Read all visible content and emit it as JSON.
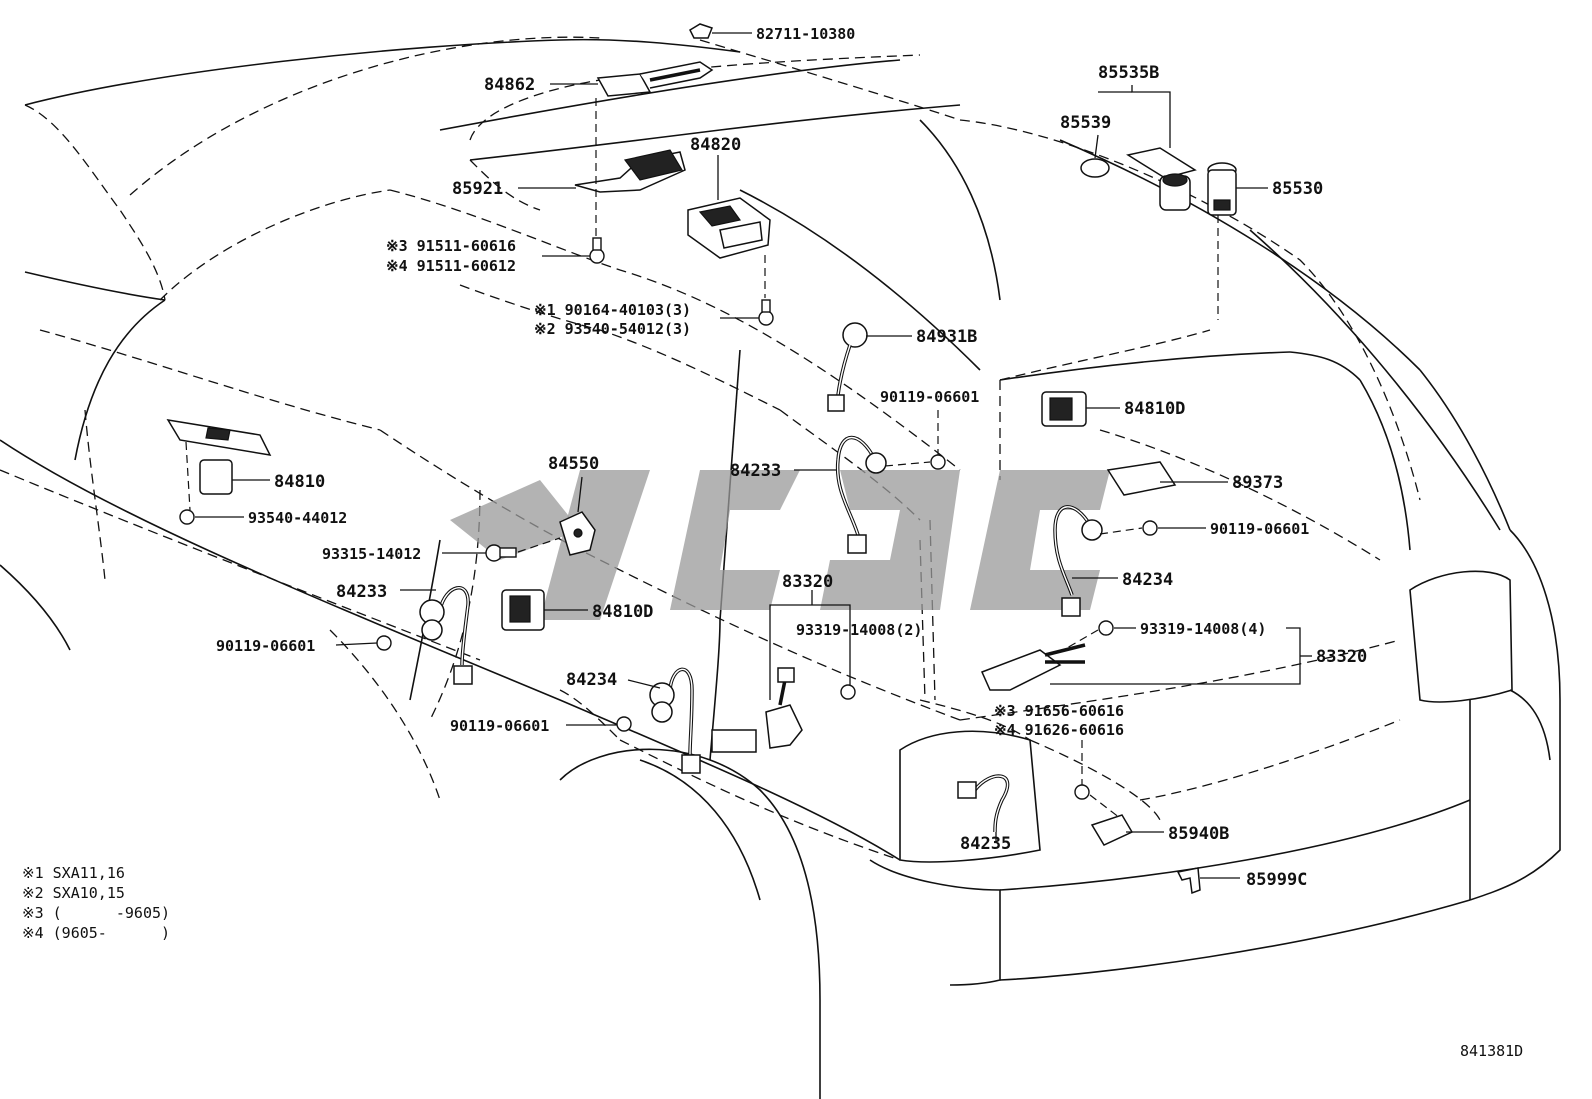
{
  "diagram_code": "841381D",
  "callouts": {
    "c82711": "82711-10380",
    "c84862": "84862",
    "c84820": "84820",
    "c85921": "85921",
    "c85535B": "85535B",
    "c85539": "85539",
    "c85530": "85530",
    "c91511a": "※3 91511-60616",
    "c91511b": "※4 91511-60612",
    "c90164": "※1 90164-40103(3)",
    "c93540b": "※2 93540-54012(3)",
    "c84931B": "84931B",
    "c90119a": "90119-06601",
    "c84810D_r": "84810D",
    "c84810": "84810",
    "c93540a": "93540-44012",
    "c84550": "84550",
    "c84233_c": "84233",
    "c89373": "89373",
    "c90119b": "90119-06601",
    "c93315": "93315-14012",
    "c84234_r": "84234",
    "c84233_l": "84233",
    "c84810D_l": "84810D",
    "c83320_c": "83320",
    "c93319a": "93319-14008(2)",
    "c93319b": "93319-14008(4)",
    "c83320_r": "83320",
    "c90119c": "90119-06601",
    "c84234_c": "84234",
    "c90119d": "90119-06601",
    "c91656": "※3 91656-60616",
    "c91626": "※4 91626-60616",
    "c85940B": "85940B",
    "c84235": "84235",
    "c85999C": "85999C"
  },
  "notes": [
    "※1 SXA11,16",
    "※2 SXA10,15",
    "※3 (      -9605)",
    "※4 (9605-      )"
  ]
}
